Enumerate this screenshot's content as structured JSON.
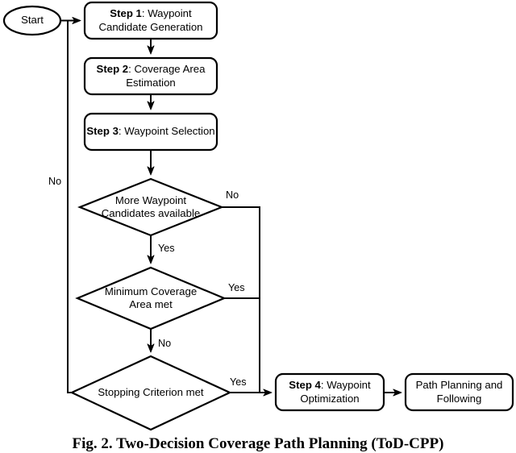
{
  "figure": {
    "type": "flowchart",
    "caption": "Fig. 2. Two-Decision Coverage Path Planning (ToD-CPP)",
    "background_color": "#ffffff",
    "line_color": "#000000",
    "text_color": "#000000"
  },
  "nodes": {
    "start": {
      "shape": "ellipse",
      "label": "Start"
    },
    "step1": {
      "shape": "rounded-rect",
      "label_bold": "Step 1",
      "label_rest": ": Waypoint Candidate Generation",
      "full_label": "Step 1: Waypoint Candidate Generation"
    },
    "step2": {
      "shape": "rounded-rect",
      "label_bold": "Step 2",
      "label_rest": ": Coverage Area Estimation",
      "full_label": "Step 2: Coverage Area Estimation"
    },
    "step3": {
      "shape": "rounded-rect",
      "label_bold": "Step 3",
      "label_rest": ": Waypoint Selection",
      "full_label": "Step 3: Waypoint Selection"
    },
    "decision1": {
      "shape": "diamond",
      "line1": "More Waypoint",
      "line2": "Candidates available",
      "full_label": "More Waypoint Candidates available"
    },
    "decision2": {
      "shape": "diamond",
      "line1": "Minimum Coverage",
      "line2": "Area met",
      "full_label": "Minimum Coverage Area met"
    },
    "decision3": {
      "shape": "diamond",
      "line1": "Stopping Criterion met",
      "line2": "",
      "full_label": "Stopping Criterion met"
    },
    "step4": {
      "shape": "rounded-rect",
      "label_bold": "Step 4",
      "label_rest": ": Waypoint Optimization",
      "full_label": "Step 4: Waypoint Optimization"
    },
    "path_planning": {
      "shape": "rounded-rect",
      "label_bold": "",
      "label_rest": "Path Planning and Following",
      "full_label": "Path Planning and Following"
    }
  },
  "edge_labels": {
    "feedback_no": "No",
    "decision1_no": "No",
    "decision1_yes": "Yes",
    "decision2_yes": "Yes",
    "decision2_no": "No",
    "decision3_yes": "Yes"
  }
}
